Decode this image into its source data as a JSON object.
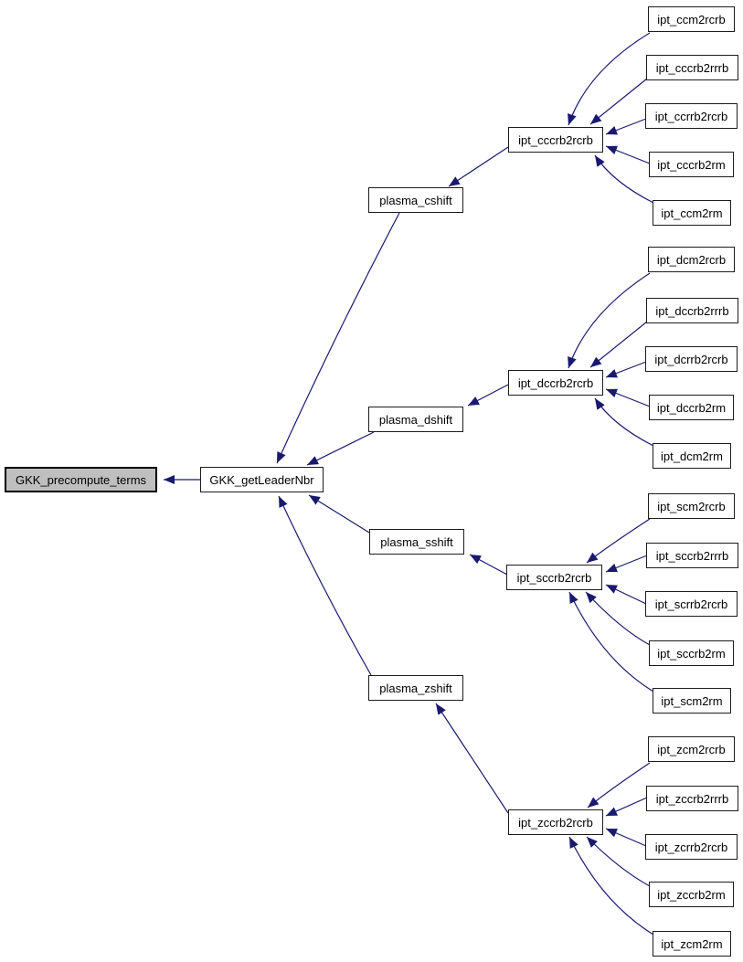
{
  "diagram": {
    "kind": "caller-graph",
    "colors": {
      "edge": "#191970",
      "node_border": "#1c1c1c",
      "node_fill": "#ffffff",
      "root_fill": "#bfbfbf",
      "background": "#ffffff",
      "text": "#000000"
    },
    "nodes": {
      "root": "GKK_precompute_terms",
      "leader": "GKK_getLeaderNbr",
      "plasma": [
        "plasma_cshift",
        "plasma_dshift",
        "plasma_sshift",
        "plasma_zshift"
      ],
      "hubs": [
        "ipt_cccrb2rcrb",
        "ipt_dccrb2rcrb",
        "ipt_sccrb2rcrb",
        "ipt_zccrb2rcrb"
      ],
      "leaves_c": [
        "ipt_ccm2rcrb",
        "ipt_cccrb2rrrb",
        "ipt_ccrrb2rcrb",
        "ipt_cccrb2rm",
        "ipt_ccm2rm"
      ],
      "leaves_d": [
        "ipt_dcm2rcrb",
        "ipt_dccrb2rrrb",
        "ipt_dcrrb2rcrb",
        "ipt_dccrb2rm",
        "ipt_dcm2rm"
      ],
      "leaves_s": [
        "ipt_scm2rcrb",
        "ipt_sccrb2rrrb",
        "ipt_scrrb2rcrb",
        "ipt_sccrb2rm",
        "ipt_scm2rm"
      ],
      "leaves_z": [
        "ipt_zcm2rcrb",
        "ipt_zccrb2rrrb",
        "ipt_zcrrb2rcrb",
        "ipt_zccrb2rm",
        "ipt_zcm2rm"
      ]
    },
    "edges": [
      {
        "from": "GKK_getLeaderNbr",
        "to": "GKK_precompute_terms"
      },
      {
        "from": "plasma_cshift",
        "to": "GKK_getLeaderNbr"
      },
      {
        "from": "plasma_dshift",
        "to": "GKK_getLeaderNbr"
      },
      {
        "from": "plasma_sshift",
        "to": "GKK_getLeaderNbr"
      },
      {
        "from": "plasma_zshift",
        "to": "GKK_getLeaderNbr"
      },
      {
        "from": "ipt_cccrb2rcrb",
        "to": "plasma_cshift"
      },
      {
        "from": "ipt_dccrb2rcrb",
        "to": "plasma_dshift"
      },
      {
        "from": "ipt_sccrb2rcrb",
        "to": "plasma_sshift"
      },
      {
        "from": "ipt_zccrb2rcrb",
        "to": "plasma_zshift"
      },
      {
        "from": "ipt_ccm2rcrb",
        "to": "ipt_cccrb2rcrb"
      },
      {
        "from": "ipt_cccrb2rrrb",
        "to": "ipt_cccrb2rcrb"
      },
      {
        "from": "ipt_ccrrb2rcrb",
        "to": "ipt_cccrb2rcrb"
      },
      {
        "from": "ipt_cccrb2rm",
        "to": "ipt_cccrb2rcrb"
      },
      {
        "from": "ipt_ccm2rm",
        "to": "ipt_cccrb2rcrb"
      },
      {
        "from": "ipt_dcm2rcrb",
        "to": "ipt_dccrb2rcrb"
      },
      {
        "from": "ipt_dccrb2rrrb",
        "to": "ipt_dccrb2rcrb"
      },
      {
        "from": "ipt_dcrrb2rcrb",
        "to": "ipt_dccrb2rcrb"
      },
      {
        "from": "ipt_dccrb2rm",
        "to": "ipt_dccrb2rcrb"
      },
      {
        "from": "ipt_dcm2rm",
        "to": "ipt_dccrb2rcrb"
      },
      {
        "from": "ipt_scm2rcrb",
        "to": "ipt_sccrb2rcrb"
      },
      {
        "from": "ipt_sccrb2rrrb",
        "to": "ipt_sccrb2rcrb"
      },
      {
        "from": "ipt_scrrb2rcrb",
        "to": "ipt_sccrb2rcrb"
      },
      {
        "from": "ipt_sccrb2rm",
        "to": "ipt_sccrb2rcrb"
      },
      {
        "from": "ipt_scm2rm",
        "to": "ipt_sccrb2rcrb"
      },
      {
        "from": "ipt_zcm2rcrb",
        "to": "ipt_zccrb2rcrb"
      },
      {
        "from": "ipt_zccrb2rrrb",
        "to": "ipt_zccrb2rcrb"
      },
      {
        "from": "ipt_zcrrb2rcrb",
        "to": "ipt_zccrb2rcrb"
      },
      {
        "from": "ipt_zccrb2rm",
        "to": "ipt_zccrb2rcrb"
      },
      {
        "from": "ipt_zcm2rm",
        "to": "ipt_zccrb2rcrb"
      }
    ]
  }
}
